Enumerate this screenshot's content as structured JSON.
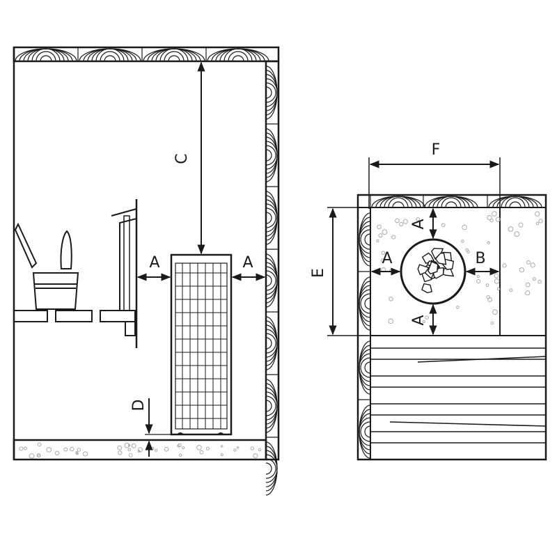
{
  "labels": {
    "clearance_a": "A",
    "clearance_b": "B",
    "ceiling_c": "C",
    "floor_d": "D",
    "depth_e": "E",
    "width_f": "F"
  },
  "colors": {
    "line": "#1a1a1a",
    "background": "#ffffff",
    "pebble": "#aaaaaa"
  }
}
